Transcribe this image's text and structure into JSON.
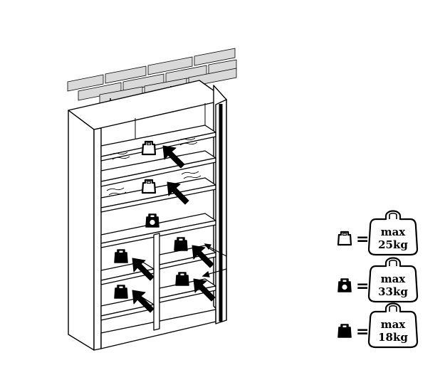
{
  "legend": {
    "rows": [
      {
        "icon": "weight-outline-icon",
        "equals": "=",
        "line1": "max",
        "line2": "25kg"
      },
      {
        "icon": "weight-filled-hollow-icon",
        "equals": "=",
        "line1": "max",
        "line2": "33kg"
      },
      {
        "icon": "weight-solid-icon",
        "equals": "=",
        "line1": "max",
        "line2": "18kg"
      }
    ]
  },
  "colors": {
    "line": "#000000",
    "brick_fill": "#d9d9d9",
    "background": "#ffffff"
  }
}
